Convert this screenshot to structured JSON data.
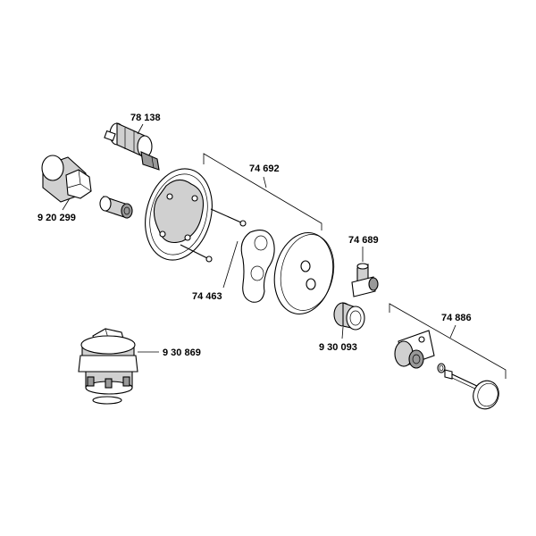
{
  "parts": {
    "p78138": "78 138",
    "p920299": "9 20 299",
    "p74692": "74 692",
    "p74689": "74 689",
    "p74463": "74 463",
    "p930093": "9 30 093",
    "p74886": "74 886",
    "p930869": "9 30 869"
  }
}
